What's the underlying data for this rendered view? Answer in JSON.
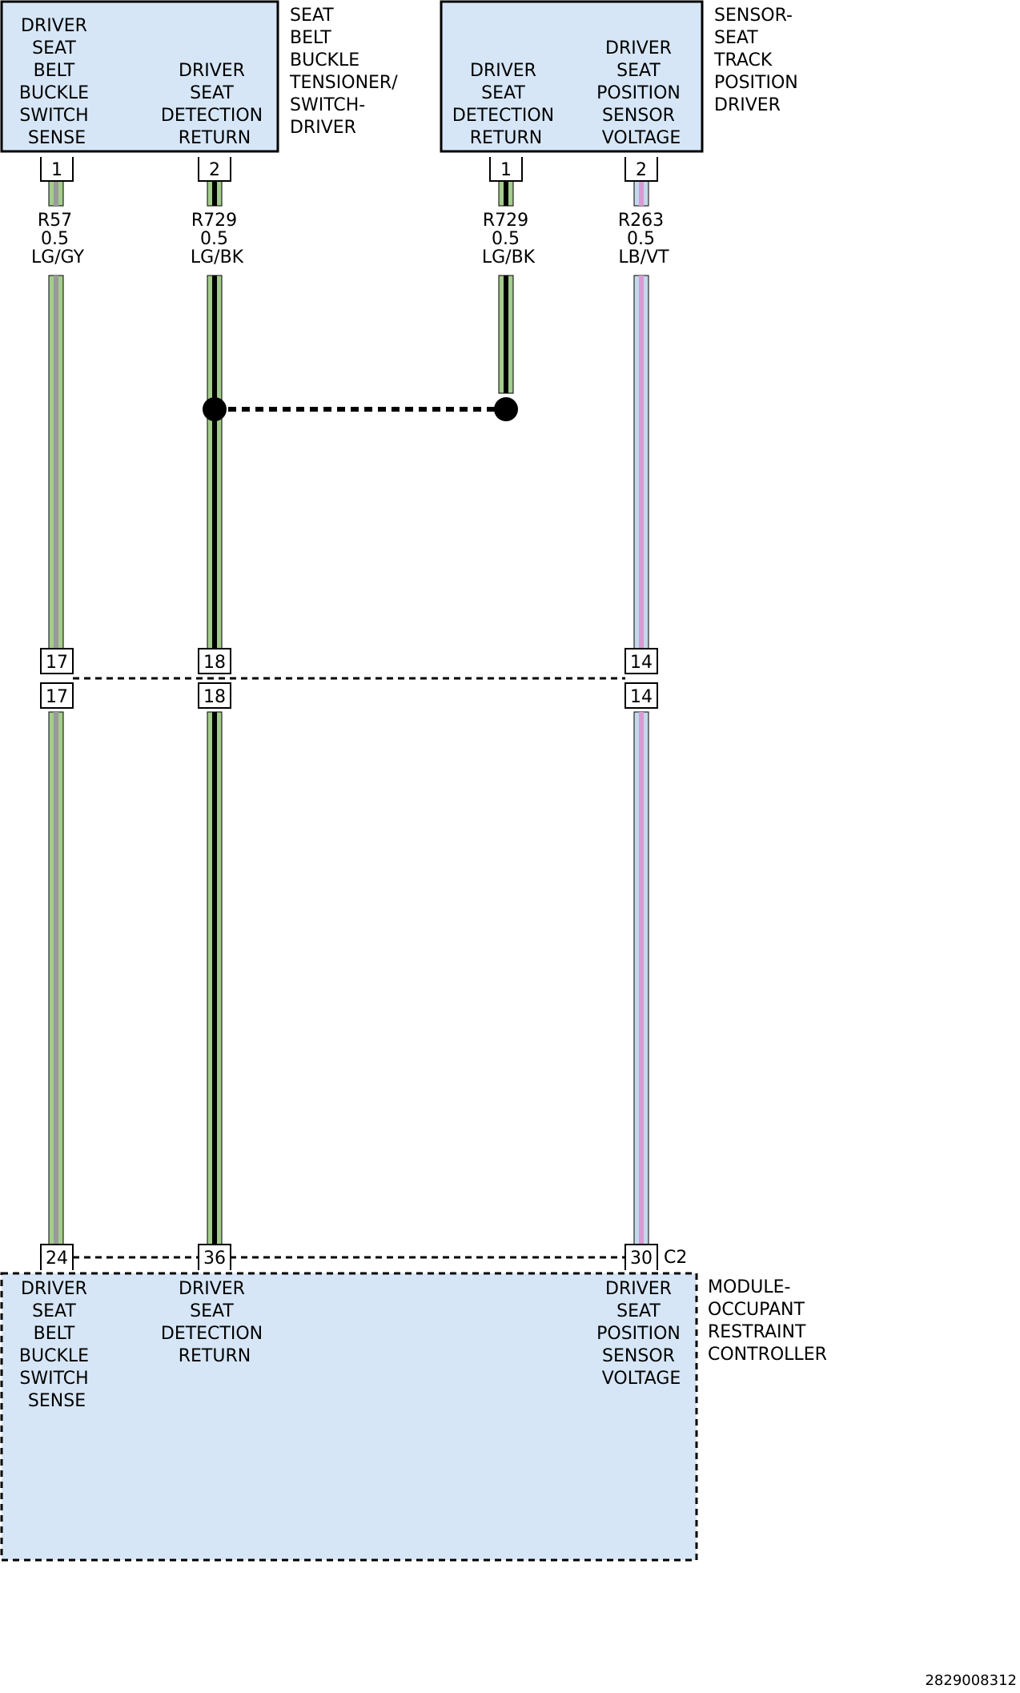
{
  "components": {
    "buckle": {
      "name": [
        "SEAT",
        "BELT",
        "BUCKLE",
        "TENSIONER/",
        "SWITCH-",
        "DRIVER"
      ],
      "pin1_func": [
        "DRIVER",
        "SEAT",
        "BELT",
        "BUCKLE",
        "SWITCH",
        "SENSE"
      ],
      "pin2_func": [
        "DRIVER",
        "SEAT",
        "DETECTION",
        "RETURN"
      ],
      "pins": [
        "1",
        "2"
      ]
    },
    "sensor": {
      "name": [
        "SENSOR-",
        "SEAT",
        "TRACK",
        "POSITION",
        "DRIVER"
      ],
      "pin1_func": [
        "DRIVER",
        "SEAT",
        "DETECTION",
        "RETURN"
      ],
      "pin2_func": [
        "DRIVER",
        "SEAT",
        "POSITION",
        "SENSOR",
        "VOLTAGE"
      ],
      "pins": [
        "1",
        "2"
      ]
    },
    "module": {
      "name": [
        "MODULE-",
        "OCCUPANT",
        "RESTRAINT",
        "CONTROLLER"
      ],
      "connector": "C2",
      "pin24_func": [
        "DRIVER",
        "SEAT",
        "BELT",
        "BUCKLE",
        "SWITCH",
        "SENSE"
      ],
      "pin36_func": [
        "DRIVER",
        "SEAT",
        "DETECTION",
        "RETURN"
      ],
      "pin30_func": [
        "DRIVER",
        "SEAT",
        "POSITION",
        "SENSOR",
        "VOLTAGE"
      ],
      "pins": [
        "24",
        "36",
        "30"
      ]
    }
  },
  "wires": [
    {
      "circuit": "R57",
      "gauge": "0.5",
      "color_code": "LG/GY",
      "base": "#a4cc8c",
      "stripe": "#9a9a9a"
    },
    {
      "circuit": "R729",
      "gauge": "0.5",
      "color_code": "LG/BK",
      "base": "#a4cc8c",
      "stripe": "#000000"
    },
    {
      "circuit": "R729",
      "gauge": "0.5",
      "color_code": "LG/BK",
      "base": "#a4cc8c",
      "stripe": "#000000"
    },
    {
      "circuit": "R263",
      "gauge": "0.5",
      "color_code": "LB/VT",
      "base": "#c4d8ec",
      "stripe": "#d89ad0"
    }
  ],
  "inline_connector": {
    "pins": [
      "17",
      "18",
      "14"
    ]
  },
  "figure_id": "2829008312",
  "colors": {
    "component_fill": "#d6e6f6"
  }
}
